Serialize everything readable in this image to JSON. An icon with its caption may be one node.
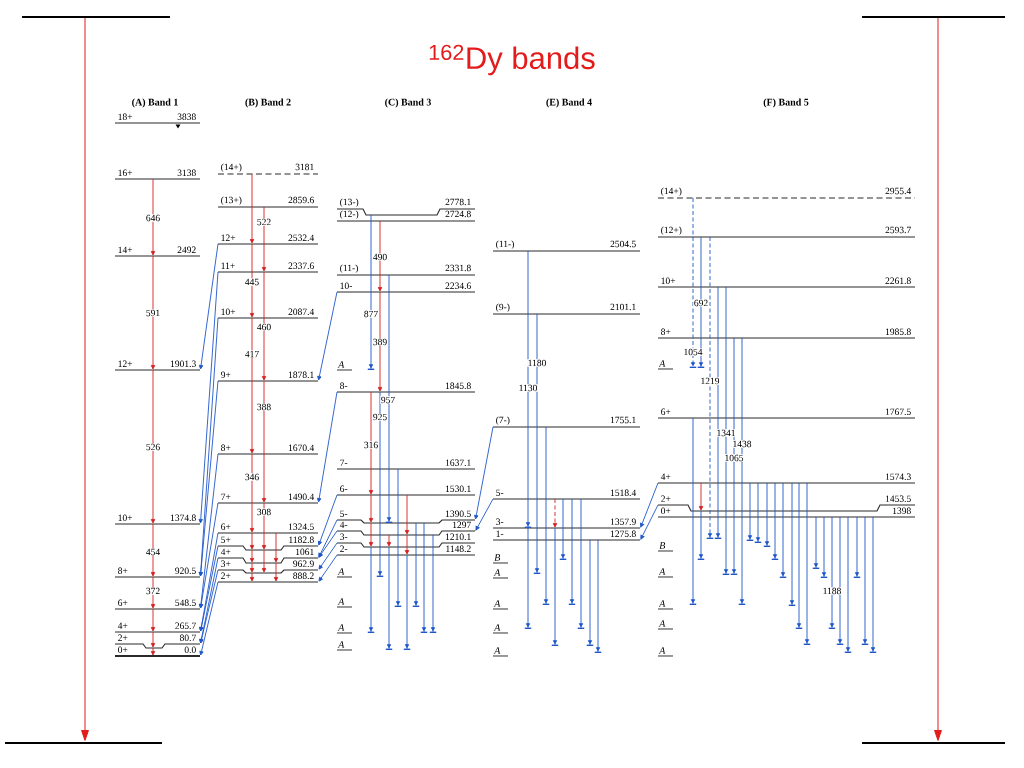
{
  "diagram": {
    "title": "$^{162}$Dy bands",
    "nodes": [
      {
        "text": [
          "18+",
          "3838"
        ]
      },
      {
        "text": [
          "16+",
          "3138"
        ]
      },
      {
        "text": [
          "14+",
          "2492"
        ]
      },
      {
        "text": [
          "12+",
          "1901.3"
        ]
      },
      {
        "text": [
          "10+",
          "1374.8"
        ]
      },
      {
        "text": [
          "8+",
          "920.5"
        ]
      },
      {
        "text": [
          "6+",
          "548.5"
        ]
      },
      {
        "text": [
          "4+",
          "265.7"
        ]
      },
      {
        "text": [
          "2+",
          "80.7"
        ]
      },
      {
        "text": [
          "0+",
          "0.0"
        ]
      },
      {
        "text": [
          "(14+)",
          "3181"
        ]
      },
      {
        "text": [
          "(13+)",
          "2859.6"
        ]
      },
      {
        "text": [
          "12+",
          "2532.4"
        ]
      },
      {
        "text": [
          "11+",
          "2337.6"
        ]
      },
      {
        "text": [
          "10+",
          "2087.4"
        ]
      },
      {
        "text": [
          "9+",
          "1878.1"
        ]
      },
      {
        "text": [
          "8+",
          "1670.4"
        ]
      },
      {
        "text": [
          "7+",
          "1490.4"
        ]
      },
      {
        "text": [
          "6+",
          "1324.5"
        ]
      },
      {
        "text": [
          "5+",
          "1182.8"
        ]
      },
      {
        "text": [
          "4+",
          "1061"
        ]
      },
      {
        "text": [
          "3+",
          "962.9"
        ]
      },
      {
        "text": [
          "2+",
          "888.2"
        ]
      },
      {
        "text": [
          "(13-)",
          "2778.1"
        ]
      },
      {
        "text": [
          "(12-)",
          "2724.8"
        ]
      },
      {
        "text": [
          "(11-)",
          "2331.8"
        ]
      },
      {
        "text": [
          "10-",
          "2234.6"
        ]
      },
      {
        "text": [
          "8-",
          "1845.8"
        ]
      },
      {
        "text": [
          "7-",
          "1637.1"
        ]
      },
      {
        "text": [
          "6-",
          "1530.1"
        ]
      },
      {
        "text": [
          "5-",
          "1390.5"
        ]
      },
      {
        "text": [
          "4-",
          "1297"
        ]
      },
      {
        "text": [
          "3-",
          "1210.1"
        ]
      },
      {
        "text": [
          "2-",
          "1148.2"
        ]
      },
      {
        "text": [
          "(11-)",
          "2504.5"
        ]
      },
      {
        "text": [
          "(9-)",
          "2101.1"
        ]
      },
      {
        "text": [
          "(7-)",
          "1755.1"
        ]
      },
      {
        "text": [
          "5-",
          "1518.4"
        ]
      },
      {
        "text": [
          "3-",
          "1357.9"
        ]
      },
      {
        "text": [
          "1-",
          "1275.8"
        ]
      },
      {
        "text": [
          "(14+)",
          "2955.4"
        ]
      },
      {
        "text": [
          "(12+)",
          "2593.7"
        ]
      },
      {
        "text": [
          "10+",
          "2261.8"
        ]
      },
      {
        "text": [
          "8+",
          "1985.8"
        ]
      },
      {
        "text": [
          "6+",
          "1767.5"
        ]
      },
      {
        "text": [
          "4+",
          "1574.3"
        ]
      },
      {
        "text": [
          "2+",
          "1453.5"
        ]
      },
      {
        "text": [
          "0+",
          "1398"
        ]
      }
    ],
    "edges": [
      {
        "from": 1,
        "to": 2,
        "arrow": "to",
        "label": "646",
        "color": "#d42020"
      },
      {
        "from": 2,
        "to": 3,
        "arrow": "to",
        "label": "591",
        "color": "#d42020"
      },
      {
        "from": 3,
        "to": 4,
        "arrow": "to",
        "label": "526",
        "color": "#d42020"
      },
      {
        "from": 4,
        "to": 5,
        "arrow": "to",
        "label": "454",
        "color": "#d42020"
      },
      {
        "from": 5,
        "to": 6,
        "arrow": "to",
        "label": "372",
        "color": "#d42020"
      },
      {
        "from": 6,
        "to": 7,
        "arrow": "to",
        "color": "#d42020"
      },
      {
        "from": 7,
        "to": 8,
        "arrow": "to",
        "color": "#d42020"
      },
      {
        "from": 8,
        "to": 9,
        "arrow": "to",
        "color": "#d42020"
      },
      {
        "from": 12,
        "to": 3,
        "arrow": "to"
      },
      {
        "from": 13,
        "to": 4,
        "arrow": "to"
      },
      {
        "from": 14,
        "to": 5,
        "arrow": "to"
      },
      {
        "from": 15,
        "to": 5,
        "arrow": "to"
      },
      {
        "from": 16,
        "to": 6,
        "arrow": "to"
      },
      {
        "from": 17,
        "to": 6,
        "arrow": "to"
      },
      {
        "from": 18,
        "to": 7,
        "arrow": "to"
      },
      {
        "from": 19,
        "to": 7,
        "arrow": "to"
      },
      {
        "from": 20,
        "to": 8,
        "arrow": "to"
      },
      {
        "from": 21,
        "to": 8,
        "arrow": "to"
      },
      {
        "from": 22,
        "to": 9,
        "arrow": "to"
      },
      {
        "from": 10,
        "to": 12,
        "arrow": "to",
        "color": "#d42020"
      },
      {
        "from": 12,
        "to": 14,
        "arrow": "to",
        "label": "445",
        "color": "#d42020"
      },
      {
        "from": 14,
        "to": 16,
        "arrow": "to",
        "label": "417",
        "color": "#d42020"
      },
      {
        "from": 16,
        "to": 18,
        "arrow": "to",
        "label": "346",
        "color": "#d42020"
      },
      {
        "from": 18,
        "to": 19,
        "arrow": "to",
        "color": "#d42020"
      },
      {
        "from": 19,
        "to": 20,
        "arrow": "to",
        "color": "#d42020"
      },
      {
        "from": 20,
        "to": 21,
        "arrow": "to",
        "color": "#d42020"
      },
      {
        "from": 21,
        "to": 22,
        "arrow": "to",
        "color": "#d42020"
      },
      {
        "from": 11,
        "to": 13,
        "arrow": "to",
        "label": "522",
        "color": "#d42020"
      },
      {
        "from": 13,
        "to": 15,
        "arrow": "to",
        "label": "460",
        "color": "#d42020"
      },
      {
        "from": 15,
        "to": 17,
        "arrow": "to",
        "label": "388",
        "color": "#d42020"
      },
      {
        "from": 17,
        "to": 19,
        "arrow": "to",
        "label": "308",
        "color": "#d42020"
      },
      {
        "from": 19,
        "to": 20,
        "arrow": "none",
        "color": "#d42020"
      },
      {
        "from": 18,
        "to": 19,
        "arrow": "none",
        "color": "#d42020"
      },
      {
        "from": 20,
        "to": 21,
        "arrow": "none",
        "color": "#d42020"
      },
      {
        "from": 26,
        "to": 15,
        "arrow": "to"
      },
      {
        "from": 27,
        "to": 17,
        "arrow": "to"
      },
      {
        "from": 29,
        "to": 19,
        "arrow": "to"
      },
      {
        "from": 30,
        "to": 20,
        "arrow": "to"
      },
      {
        "from": 31,
        "to": 20,
        "arrow": "to"
      },
      {
        "from": 32,
        "to": 21,
        "arrow": "to"
      },
      {
        "from": 33,
        "to": 22,
        "arrow": "to"
      },
      {
        "from": 24,
        "to": 26,
        "arrow": "to",
        "label": "490",
        "color": "#d42020"
      },
      {
        "from": 26,
        "to": 27,
        "arrow": "to",
        "label": "389",
        "color": "#d42020"
      },
      {
        "from": 23,
        "to": null,
        "arrow": "to",
        "label": "877"
      },
      {
        "from": 25,
        "to": 30,
        "arrow": "to",
        "label": "957"
      },
      {
        "from": 27,
        "to": null,
        "arrow": "to",
        "label": "925"
      },
      {
        "from": 27,
        "to": 29,
        "arrow": "to",
        "label": "316",
        "color": "#d42020"
      },
      {
        "from": 29,
        "to": 30,
        "arrow": "to",
        "color": "#d42020"
      },
      {
        "from": 30,
        "to": 31,
        "arrow": "none",
        "color": "#d42020"
      },
      {
        "from": 31,
        "to": 32,
        "arrow": "to",
        "color": "#d42020"
      },
      {
        "from": 29,
        "to": 30,
        "arrow": "none",
        "color": "#d42020"
      },
      {
        "from": 31,
        "to": 32,
        "arrow": "none",
        "color": "#d42020"
      },
      {
        "from": 28,
        "to": null,
        "arrow": "to"
      },
      {
        "from": 30,
        "to": null,
        "arrow": "to"
      },
      {
        "from": 30,
        "to": null,
        "arrow": "to"
      },
      {
        "from": 31,
        "to": null,
        "arrow": "to"
      },
      {
        "from": 32,
        "to": null,
        "arrow": "to"
      },
      {
        "from": 32,
        "to": null,
        "arrow": "to"
      },
      {
        "from": 33,
        "to": null,
        "arrow": "to"
      },
      {
        "from": 36,
        "to": 30,
        "arrow": "to"
      },
      {
        "from": 37,
        "to": 31,
        "arrow": "to"
      },
      {
        "from": 34,
        "to": 38,
        "arrow": "to",
        "label": "1130"
      },
      {
        "from": 38,
        "to": null,
        "arrow": "to"
      },
      {
        "from": 35,
        "to": null,
        "arrow": "to",
        "label": "1180"
      },
      {
        "from": 36,
        "to": null,
        "arrow": "to"
      },
      {
        "from": 37,
        "to": 38,
        "arrow": "to",
        "style": "dashed",
        "color": "#d42020"
      },
      {
        "from": 38,
        "to": null,
        "arrow": "to"
      },
      {
        "from": 37,
        "to": null,
        "arrow": "to"
      },
      {
        "from": 37,
        "to": null,
        "arrow": "to"
      },
      {
        "from": 37,
        "to": null,
        "arrow": "to"
      },
      {
        "from": 39,
        "to": null,
        "arrow": "to"
      },
      {
        "from": 39,
        "to": null,
        "arrow": "to"
      },
      {
        "from": 45,
        "to": 38,
        "arrow": "to"
      },
      {
        "from": 46,
        "to": 39,
        "arrow": "to"
      },
      {
        "from": 40,
        "to": null,
        "arrow": "to",
        "label": "1054",
        "style": "dashed"
      },
      {
        "from": 41,
        "to": null,
        "arrow": "to",
        "label": "692"
      },
      {
        "from": 41,
        "to": null,
        "arrow": "to",
        "label": "1219",
        "style": "dashed"
      },
      {
        "from": 42,
        "to": null,
        "arrow": "to"
      },
      {
        "from": 42,
        "to": null,
        "arrow": "to",
        "label": "1341"
      },
      {
        "from": 43,
        "to": null,
        "arrow": "to",
        "label": "1065"
      },
      {
        "from": 43,
        "to": null,
        "arrow": "to",
        "label": "1438"
      },
      {
        "from": 44,
        "to": null,
        "arrow": "to"
      },
      {
        "from": 45,
        "to": 46,
        "arrow": "to",
        "color": "#d42020"
      },
      {
        "from": 46,
        "to": null,
        "arrow": "to"
      },
      {
        "from": 45,
        "to": null,
        "arrow": "to"
      },
      {
        "from": 45,
        "to": null,
        "arrow": "to"
      },
      {
        "from": 45,
        "to": null,
        "arrow": "to"
      },
      {
        "from": 45,
        "to": null,
        "arrow": "to"
      },
      {
        "from": 45,
        "to": null,
        "arrow": "to"
      },
      {
        "from": 45,
        "to": null,
        "arrow": "to"
      },
      {
        "from": 45,
        "to": null,
        "arrow": "to"
      },
      {
        "from": 45,
        "to": null,
        "arrow": "to"
      },
      {
        "from": 47,
        "to": null,
        "arrow": "to"
      },
      {
        "from": 47,
        "to": null,
        "arrow": "to"
      },
      {
        "from": 47,
        "to": null,
        "arrow": "to",
        "label": "1188"
      },
      {
        "from": 47,
        "to": null,
        "arrow": "to"
      },
      {
        "from": 47,
        "to": null,
        "arrow": "to"
      },
      {
        "from": 47,
        "to": null,
        "arrow": "to"
      },
      {
        "from": 47,
        "to": null,
        "arrow": "to"
      },
      {
        "from": 47,
        "to": null,
        "arrow": "to"
      },
      {
        "from": 20,
        "to": 21,
        "arrow": "to",
        "color": "#d42020"
      },
      {
        "from": 19,
        "to": 20,
        "arrow": "to",
        "color": "#d42020"
      },
      {
        "from": 21,
        "to": 22,
        "arrow": "to",
        "color": "#d42020"
      },
      {
        "from": 31,
        "to": 32,
        "arrow": "to",
        "color": "#d42020"
      },
      {
        "from": 30,
        "to": 31,
        "arrow": "to",
        "color": "#d42020"
      },
      {
        "from": 32,
        "to": 33,
        "arrow": "to",
        "color": "#d42020"
      }
    ],
    "labels": [
      "(A) Band 1",
      "(B) Band 2",
      "(C) Band 3",
      "(E) Band 4",
      "(F) Band 5",
      "A",
      "A",
      "A",
      "A",
      "A",
      "B",
      "A",
      "A",
      "A",
      "A",
      "A",
      "B",
      "A",
      "A",
      "A",
      "A"
    ]
  }
}
